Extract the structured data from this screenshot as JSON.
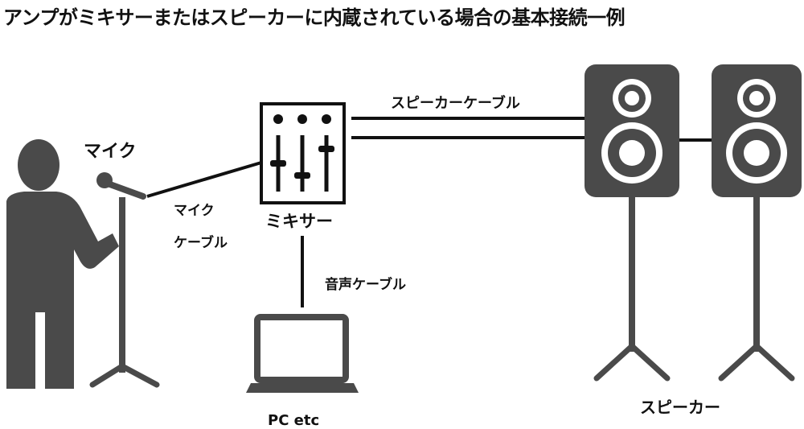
{
  "title": "アンプがミキサーまたはスピーカーに内蔵されている場合の基本接続一例",
  "labels": {
    "mic": "マイク",
    "mic_cable_line1": "マイク",
    "mic_cable_line2": "ケーブル",
    "mixer": "ミキサー",
    "speaker_cable": "スピーカーケーブル",
    "audio_cable": "音声ケーブル",
    "pc": "PC etc",
    "speaker": "スピーカー"
  },
  "colors": {
    "device_fill": "#4a4a4a",
    "line": "#111111",
    "background": "#ffffff"
  },
  "icons": [
    "person-icon",
    "microphone-stand-icon",
    "mixer-icon",
    "laptop-icon",
    "speaker-icon"
  ]
}
